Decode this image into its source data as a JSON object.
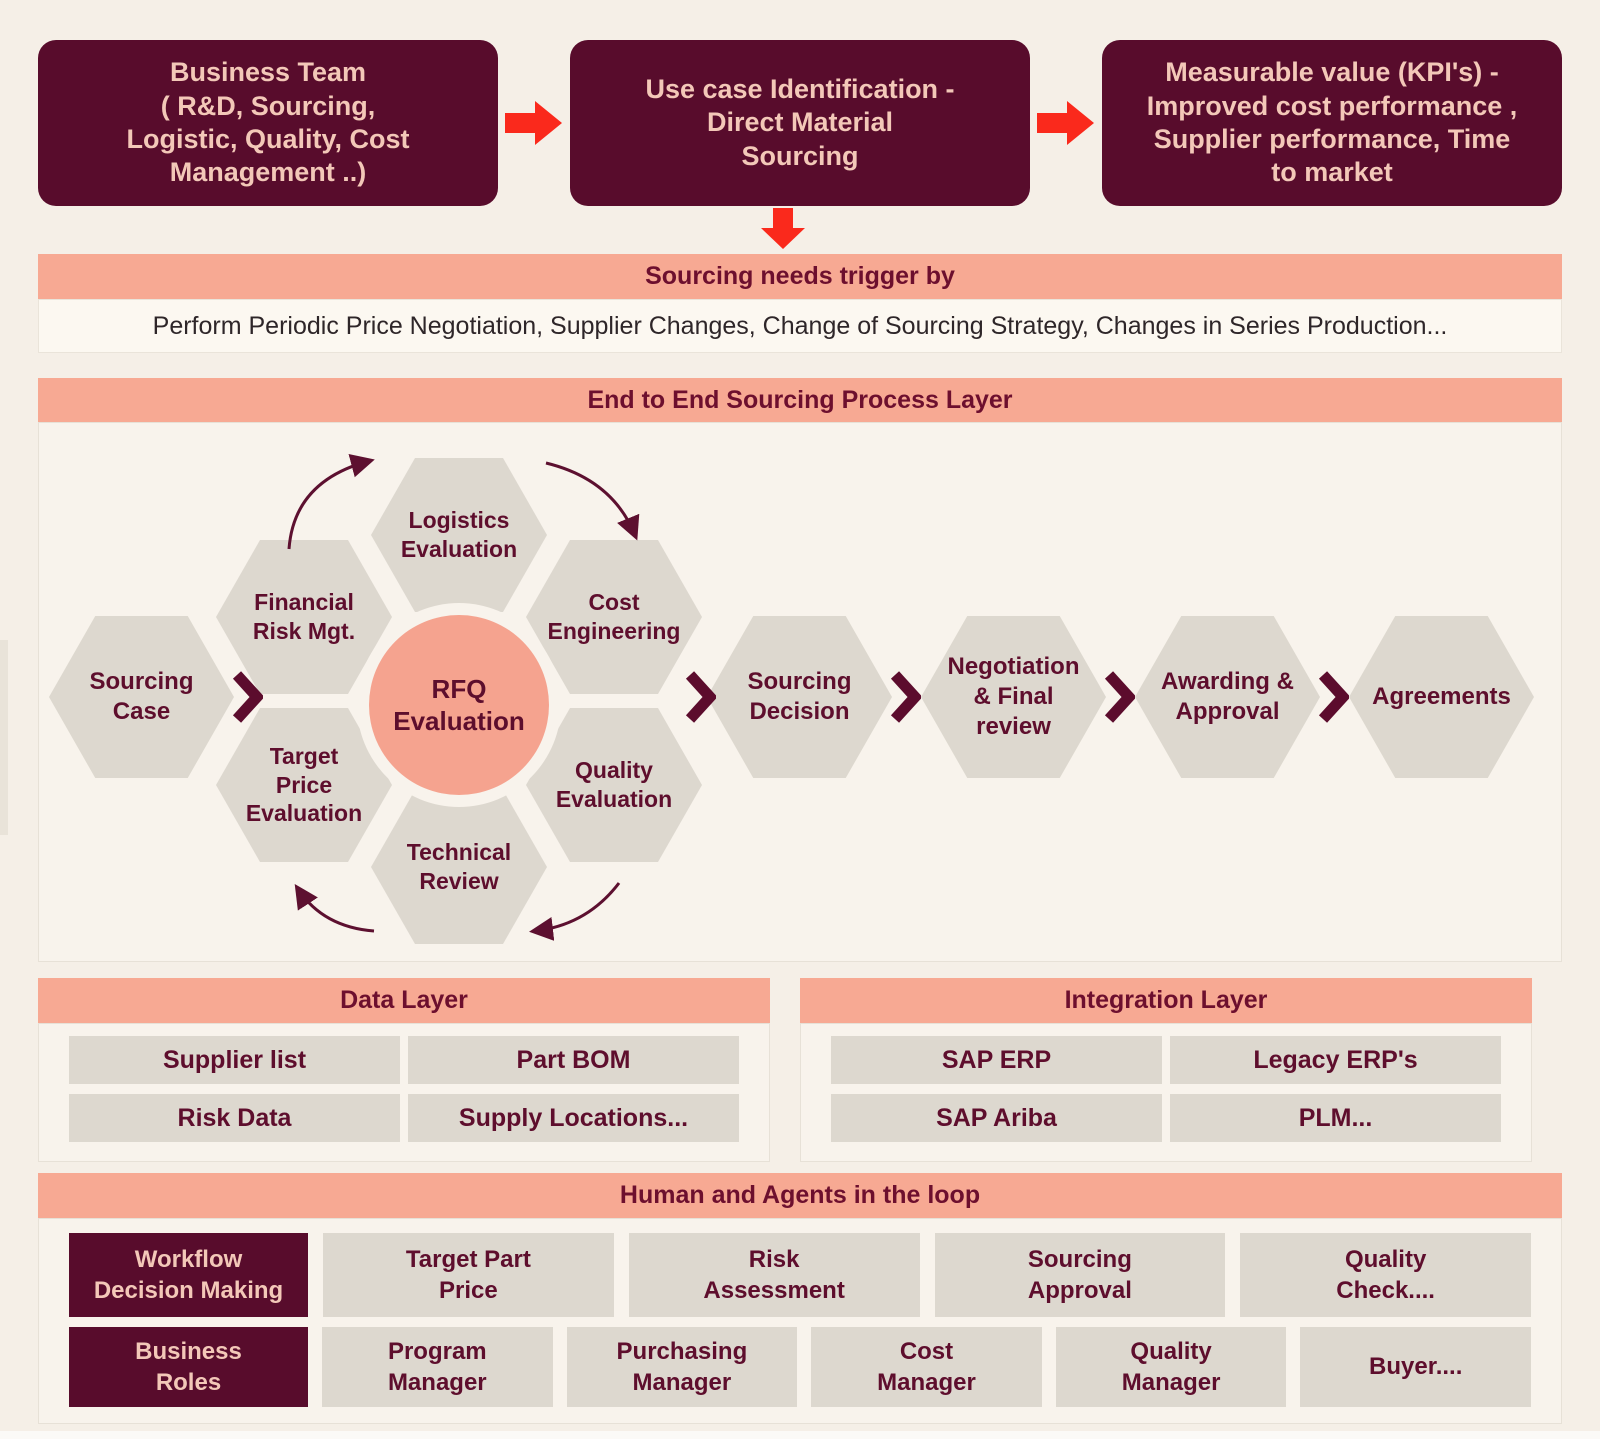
{
  "colors": {
    "maroon": "#580c2c",
    "salmon_band": "#f7a993",
    "peach_text": "#f3c8b8",
    "hex_fill": "#ddd8cf",
    "hex_text": "#5e0e2d",
    "rfq_circle_fill": "#f5a38f",
    "red_arrow": "#fa291c",
    "page_background": "#f5efe7"
  },
  "top_flow": {
    "boxes": [
      {
        "label": "Business Team\n( R&D, Sourcing,\nLogistic, Quality, Cost\nManagement ..)"
      },
      {
        "label": "Use case Identification -\nDirect Material\nSourcing"
      },
      {
        "label": "Measurable value (KPI's) -\nImproved cost performance ,\nSupplier performance, Time\nto market"
      }
    ]
  },
  "trigger": {
    "header": "Sourcing needs trigger by",
    "body": "Perform Periodic Price Negotiation, Supplier Changes, Change of Sourcing Strategy, Changes in Series Production..."
  },
  "process_layer": {
    "header": "End to End Sourcing Process Layer",
    "start_hex": "Sourcing\nCase",
    "rfq_center": "RFQ\nEvaluation",
    "cluster": {
      "financial": "Financial\nRisk Mgt.",
      "logistics": "Logistics\nEvaluation",
      "cost": "Cost\nEngineering",
      "target_price": "Target\nPrice\nEvaluation",
      "quality": "Quality\nEvaluation",
      "technical": "Technical\nReview"
    },
    "flow": [
      {
        "label": "Sourcing\nDecision"
      },
      {
        "label": "Negotiation\n& Final\nreview"
      },
      {
        "label": "Awarding &\nApproval"
      },
      {
        "label": "Agreements"
      }
    ]
  },
  "data_layer": {
    "header": "Data Layer",
    "items": [
      "Supplier list",
      "Part BOM",
      "Risk Data",
      "Supply Locations..."
    ]
  },
  "integration_layer": {
    "header": "Integration Layer",
    "items": [
      "SAP ERP",
      "Legacy ERP's",
      "SAP Ariba",
      "PLM..."
    ]
  },
  "human_layer": {
    "header": "Human and Agents in the loop",
    "row1_label": "Workflow\nDecision Making",
    "row1_items": [
      "Target Part\nPrice",
      "Risk\nAssessment",
      "Sourcing\nApproval",
      "Quality\nCheck...."
    ],
    "row2_label": "Business\nRoles",
    "row2_items": [
      "Program\nManager",
      "Purchasing\nManager",
      "Cost\nManager",
      "Quality\nManager",
      "Buyer...."
    ]
  }
}
